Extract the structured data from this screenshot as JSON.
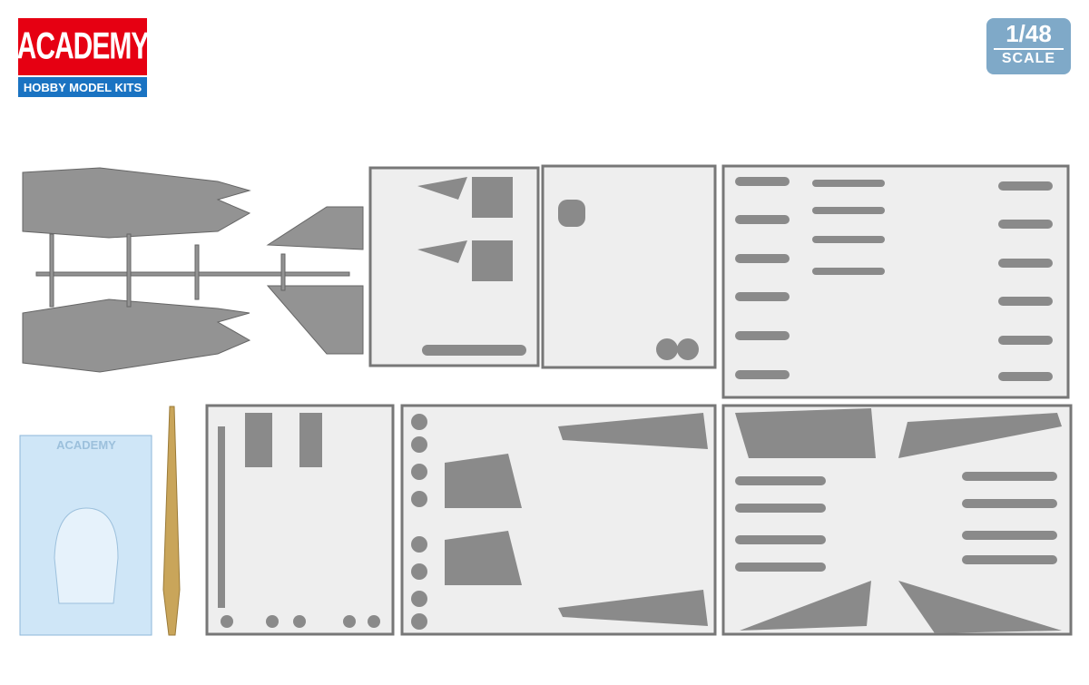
{
  "brand": {
    "name": "ACADEMY",
    "tagline": "HOBBY MODEL KITS"
  },
  "scale_badge": {
    "ratio": "1/48",
    "label": "SCALE"
  },
  "clear_sprue": {
    "embossed_text": "ACADEMY"
  },
  "colors": {
    "brand_red": "#e60012",
    "brand_blue": "#1a73c2",
    "scale_badge": "#7fa9c8",
    "plastic_gray": "#8e8e8e",
    "clear": "#cfe6f7",
    "brass": "#c9a55a"
  }
}
